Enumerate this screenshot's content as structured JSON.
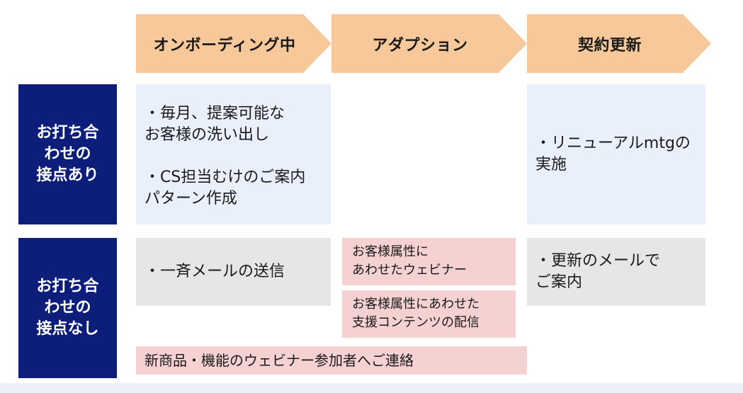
{
  "stages": [
    "オンボーディング中",
    "アダプション",
    "契約更新"
  ],
  "rows": [
    {
      "label": "お打ち合\nわせの\n接点あり"
    },
    {
      "label": "お打ち合\nわせの\n接点なし"
    }
  ],
  "cells": {
    "contact_onboarding": "・毎月、提案可能な\nお客様の洗い出し\n\n・CS担当むけのご案内\nパターン作成",
    "contact_renewal": "・リニューアルmtgの\n実施",
    "nocontact_onboarding": "・一斉メールの送信",
    "nocontact_adoption_1": "お客様属性に\nあわせたウェビナー",
    "nocontact_adoption_2": "お客様属性にあわせた\n支援コンテンツの配信",
    "nocontact_renewal": "・更新のメールで\nご案内",
    "nocontact_span": "新商品・機能のウェビナー参加者へご連絡"
  },
  "colors": {
    "stage_arrow": "#f7c99a",
    "row_header": "#0c1e7a",
    "contact_cell": "#e9f0fc",
    "nocontact_cell": "#e6e6e6",
    "highlight_cell": "#f5d1d2"
  }
}
